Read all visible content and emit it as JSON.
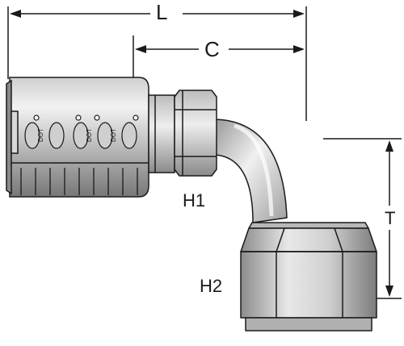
{
  "dimensions": {
    "overall_length": "L",
    "center_to_end": "C",
    "hex_h1": "H1",
    "hex_h2": "H2",
    "drop_t": "T"
  },
  "ferrule_marking": "DOT",
  "colors": {
    "line": "#1a1a1a",
    "metal_light": "#e4e4e4",
    "metal_mid": "#b4b4b4",
    "metal_dark": "#6e6e6e"
  }
}
